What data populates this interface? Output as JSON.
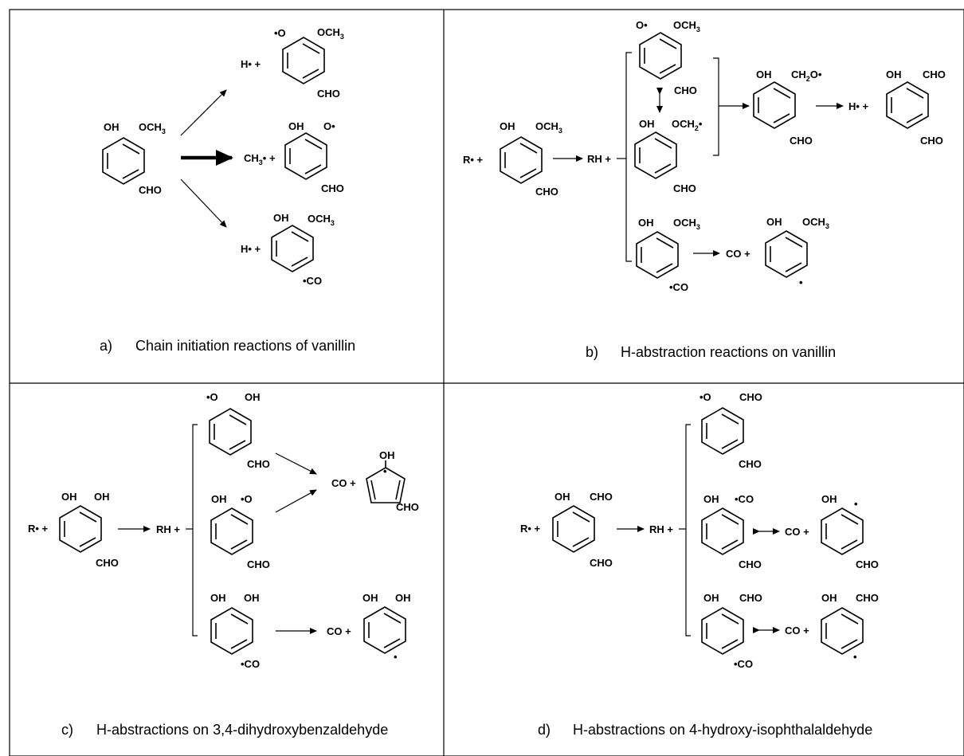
{
  "panels": {
    "a": {
      "caption_letter": "a)",
      "caption_text": "Chain initiation reactions of vanillin",
      "reactant": {
        "sub1": "OH",
        "sub2": "OCH",
        "sub2_sub": "3",
        "sub3": "CHO"
      },
      "products": [
        {
          "prefix": "H• +",
          "sub1": "•O",
          "sub2": "OCH",
          "sub2_sub": "3",
          "sub3": "CHO"
        },
        {
          "prefix_a": "CH",
          "prefix_sub": "3",
          "prefix_b": "• +",
          "sub1": "OH",
          "sub2": "O•",
          "sub3": "CHO"
        },
        {
          "prefix": "H• +",
          "sub1": "OH",
          "sub2": "OCH",
          "sub2_sub": "3",
          "sub3": "•CO"
        }
      ]
    },
    "b": {
      "caption_letter": "b)",
      "caption_text": "H-abstraction reactions on vanillin",
      "radical": "R• +",
      "rh": "RH +",
      "reactant": {
        "sub1": "OH",
        "sub2": "OCH",
        "sub2_sub": "3",
        "sub3": "CHO"
      },
      "res1": {
        "sub1": "O•",
        "sub2": "OCH",
        "sub2_sub": "3",
        "sub3": "CHO"
      },
      "res2": {
        "sub1": "OH",
        "sub2_a": "OCH",
        "sub2_sub": "2",
        "sub2_b": "•",
        "sub3": "CHO"
      },
      "rearranged": {
        "sub1": "OH",
        "sub2_a": "CH",
        "sub2_sub": "2",
        "sub2_b": "O•",
        "sub3": "CHO"
      },
      "h_plus": "H• +",
      "final": {
        "sub1": "OH",
        "sub2": "CHO",
        "sub3": "CHO"
      },
      "acyl": {
        "sub1": "OH",
        "sub2": "OCH",
        "sub2_sub": "3",
        "sub3": "•CO"
      },
      "co_plus": "CO +",
      "phenyl": {
        "sub1": "OH",
        "sub2": "OCH",
        "sub2_sub": "3",
        "dot": "•"
      }
    },
    "c": {
      "caption_letter": "c)",
      "caption_text": "H-abstractions on 3,4-dihydroxybenzaldehyde",
      "radical": "R• +",
      "rh": "RH +",
      "reactant": {
        "sub1": "OH",
        "sub2": "OH",
        "sub3": "CHO"
      },
      "p1": {
        "sub1": "•O",
        "sub2": "OH",
        "sub3": "CHO"
      },
      "p2": {
        "sub1": "OH",
        "sub2": "•O",
        "sub3": "CHO"
      },
      "p3": {
        "sub1": "OH",
        "sub2": "OH",
        "sub3": "•CO"
      },
      "co_plus_1": "CO +",
      "cyclo": {
        "top": "OH",
        "dot": "•",
        "side": "CHO"
      },
      "co_plus_2": "CO +",
      "phenyl": {
        "sub1": "OH",
        "sub2": "OH",
        "dot": "•"
      }
    },
    "d": {
      "caption_letter": "d)",
      "caption_text": "H-abstractions on 4-hydroxy-isophthalaldehyde",
      "radical": "R• +",
      "rh": "RH +",
      "reactant": {
        "sub1": "OH",
        "sub2": "CHO",
        "sub3": "CHO"
      },
      "p1": {
        "sub1": "•O",
        "sub2": "CHO",
        "sub3": "CHO"
      },
      "p2": {
        "sub1": "OH",
        "sub2": "•CO",
        "sub3": "CHO"
      },
      "p3": {
        "sub1": "OH",
        "sub2": "CHO",
        "sub3": "•CO"
      },
      "co_plus_1": "CO +",
      "r1": {
        "sub1": "OH",
        "dot": "•",
        "sub3": "CHO"
      },
      "co_plus_2": "CO +",
      "r2": {
        "sub1": "OH",
        "sub2": "CHO",
        "dot": "•"
      }
    }
  }
}
